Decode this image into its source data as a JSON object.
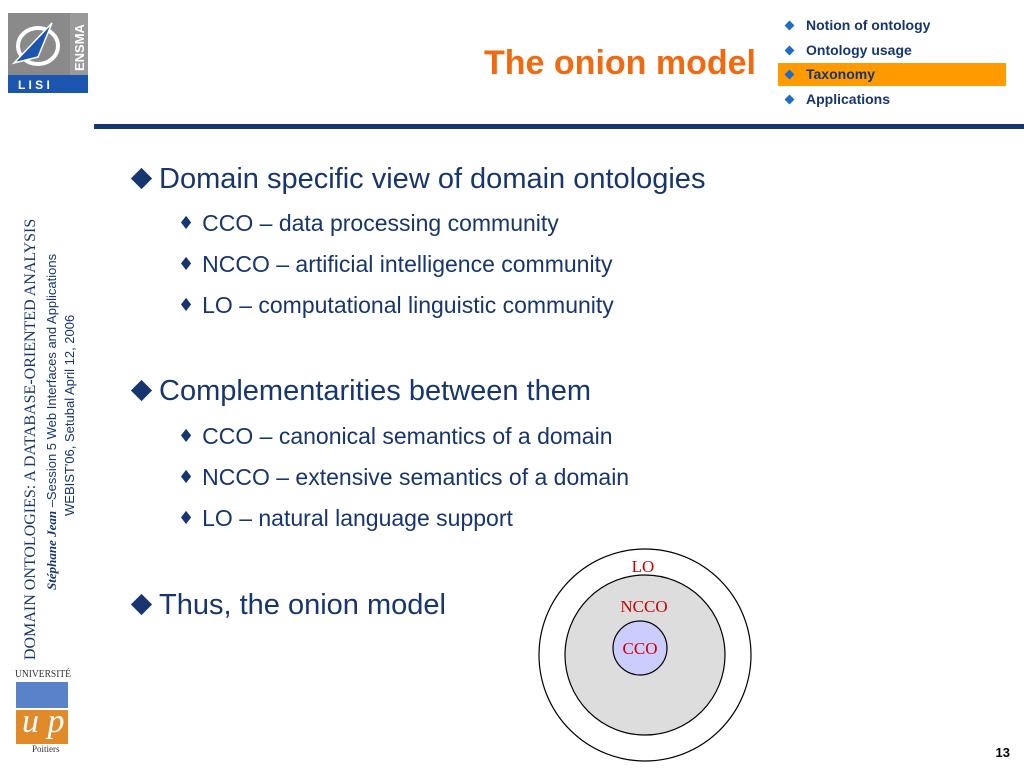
{
  "logo": {
    "top_text": "ENSMA",
    "bottom_text": "L I S I"
  },
  "title": "The onion model",
  "nav": {
    "items": [
      {
        "label": "Notion of ontology",
        "active": false
      },
      {
        "label": "Ontology usage",
        "active": false
      },
      {
        "label": "Taxonomy",
        "active": true
      },
      {
        "label": "Applications",
        "active": false
      }
    ]
  },
  "sidebar": {
    "line1": "DOMAIN ONTOLOGIES: A DATABASE-ORIENTED ANALYSIS",
    "author": "Stéphane Jean",
    "line2_rest": " –Session 5 Web Interfaces and Applications",
    "line3": "WEBIST'06, Setubal April 12, 2006"
  },
  "university_logo": {
    "top": "UNIVERSITÉ",
    "letters": "u p",
    "bottom": "Poitiers"
  },
  "content": {
    "bullet1": "Domain specific view of domain ontologies",
    "bullet1_subs": [
      "CCO – data processing community",
      "NCCO – artificial intelligence community",
      "LO – computational linguistic community"
    ],
    "bullet2": "Complementarities between them",
    "bullet2_subs": [
      "CCO – canonical semantics of a domain",
      "NCCO – extensive semantics of a domain",
      "LO – natural language support"
    ],
    "bullet3": "Thus, the onion model"
  },
  "onion": {
    "outer_label": "LO",
    "middle_label": "NCCO",
    "inner_label": "CCO",
    "colors": {
      "label": "#cc0000",
      "inner_fill": "#ccccff",
      "middle_fill": "#dddddd",
      "outer_fill": "#ffffff"
    }
  },
  "page_number": "13"
}
